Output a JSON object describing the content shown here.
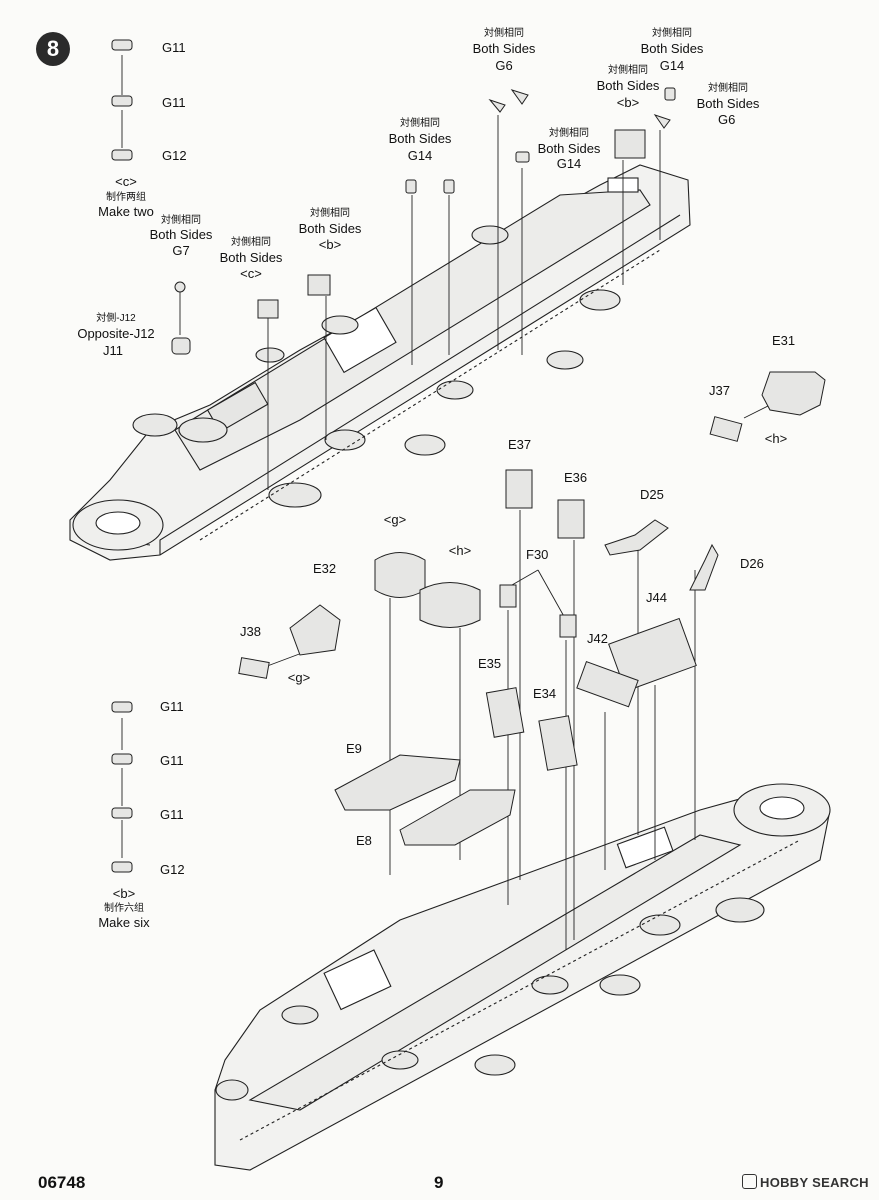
{
  "step_number": "8",
  "labels": {
    "g11_a": "G11",
    "g11_b": "G11",
    "g12_a": "G12",
    "c_tag": "<c>",
    "make_two_cn": "制作两组",
    "make_two": "Make two",
    "g7_cn": "対側相同",
    "g7_both": "Both Sides",
    "g7": "G7",
    "j12_cn": "対側-J12",
    "j12": "Opposite-J12",
    "j11": "J11",
    "c_cn": "対側相同",
    "c_both": "Both Sides",
    "c_ref": "<c>",
    "b1_cn": "対側相同",
    "b1_both": "Both Sides",
    "b1_ref": "<b>",
    "g14a_cn": "対側相同",
    "g14a_both": "Both Sides",
    "g14a": "G14",
    "g6a_cn": "対側相同",
    "g6a_both": "Both Sides",
    "g6a": "G6",
    "g14b_cn": "対側相同",
    "g14b_both": "Both Sides",
    "g14b": "G14",
    "b2_cn": "対側相同",
    "b2_both": "Both Sides",
    "b2_ref": "<b>",
    "g14c_cn": "対側相同",
    "g14c_both": "Both Sides",
    "g14c": "G14",
    "g6b_cn": "対側相同",
    "g6b_both": "Both Sides",
    "g6b": "G6",
    "e31": "E31",
    "j37": "J37",
    "h_tag": "<h>",
    "e37": "E37",
    "e36": "E36",
    "d25": "D25",
    "d26": "D26",
    "g_top": "<g>",
    "h_top": "<h>",
    "f30": "F30",
    "e32": "E32",
    "j38": "J38",
    "g_tag": "<g>",
    "j44": "J44",
    "j42": "J42",
    "e35": "E35",
    "e34": "E34",
    "e9": "E9",
    "e8": "E8",
    "g11_c": "G11",
    "g11_d": "G11",
    "g11_e": "G11",
    "g12_b": "G12",
    "b_tag": "<b>",
    "make_six_cn": "制作六组",
    "make_six": "Make six"
  },
  "footer": {
    "code": "06748",
    "page": "9",
    "watermark": "HOBBY SEARCH"
  }
}
